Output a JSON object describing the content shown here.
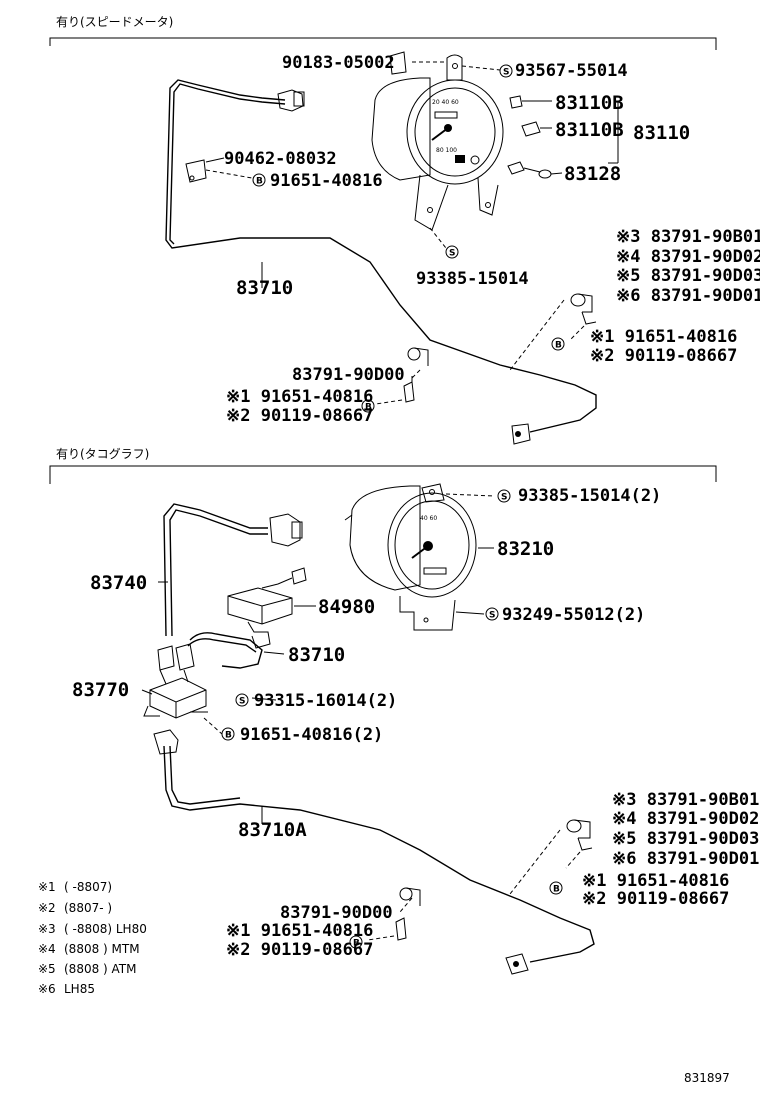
{
  "section1": {
    "heading": "有り(スピードメータ)",
    "labels": {
      "p90183": "90183-05002",
      "p93567": "93567-55014",
      "p83110b1": "83110B",
      "p83110b2": "83110B",
      "p83110": "83110",
      "p90462": "90462-08032",
      "p91651": "91651-40816",
      "p83128": "83128",
      "p93385": "93385-15014",
      "p83710": "83710",
      "n3a": "※3 83791-90B01",
      "n4a": "※4 83791-90D02",
      "n5a": "※5 83791-90D03",
      "n6a": "※6 83791-90D01",
      "n1a": "※1 91651-40816",
      "n2a": "※2 90119-08667",
      "p83791": "83791-90D00",
      "n1b": "※1 91651-40816",
      "n2b": "※2 90119-08667"
    }
  },
  "section2": {
    "heading": "有り(タコグラフ)",
    "labels": {
      "p93385": "93385-15014(2)",
      "p83210": "83210",
      "p83740": "83740",
      "p84980": "84980",
      "p93249": "93249-55012(2)",
      "p83710": "83710",
      "p83770": "83770",
      "p93315": "93315-16014(2)",
      "p91651": "91651-40816(2)",
      "p83710a": "83710A",
      "n3a": "※3 83791-90B01",
      "n4a": "※4 83791-90D02",
      "n5a": "※5 83791-90D03",
      "n6a": "※6 83791-90D01",
      "n1a": "※1 91651-40816",
      "n2a": "※2 90119-08667",
      "p83791": "83791-90D00",
      "n1b": "※1 91651-40816",
      "n2b": "※2 90119-08667"
    }
  },
  "notes": [
    {
      "mark": "※1",
      "text": "(      -8807)"
    },
    {
      "mark": "※2",
      "text": "(8807-      )"
    },
    {
      "mark": "※3",
      "text": "(      -8808) LH80"
    },
    {
      "mark": "※4",
      "text": "(8808        ) MTM"
    },
    {
      "mark": "※5",
      "text": "(8808        ) ATM"
    },
    {
      "mark": "※6",
      "text": "LH85"
    }
  ],
  "figure_number": "831897",
  "symbols": {
    "screw": "S",
    "bolt": "B"
  }
}
